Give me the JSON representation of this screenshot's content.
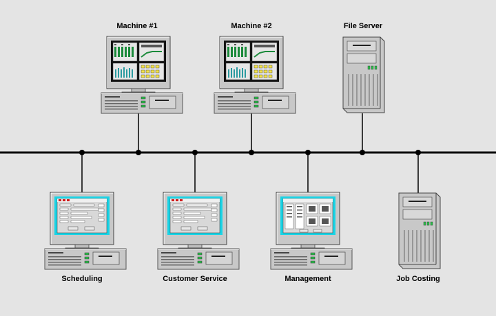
{
  "nodes": {
    "machine1": {
      "label": "Machine #1"
    },
    "machine2": {
      "label": "Machine #2"
    },
    "file_server": {
      "label": "File Server"
    },
    "scheduling": {
      "label": "Scheduling"
    },
    "customer_service": {
      "label": "Customer Service"
    },
    "management": {
      "label": "Management"
    },
    "job_costing": {
      "label": "Job Costing"
    }
  },
  "colors": {
    "background": "#e4e4e4",
    "cable": "#000000",
    "monitor_body": "#c8c8c8",
    "screen_cyan": "#19d4e6",
    "led_green": "#2bbf4a",
    "led_red": "#d01a1a"
  }
}
